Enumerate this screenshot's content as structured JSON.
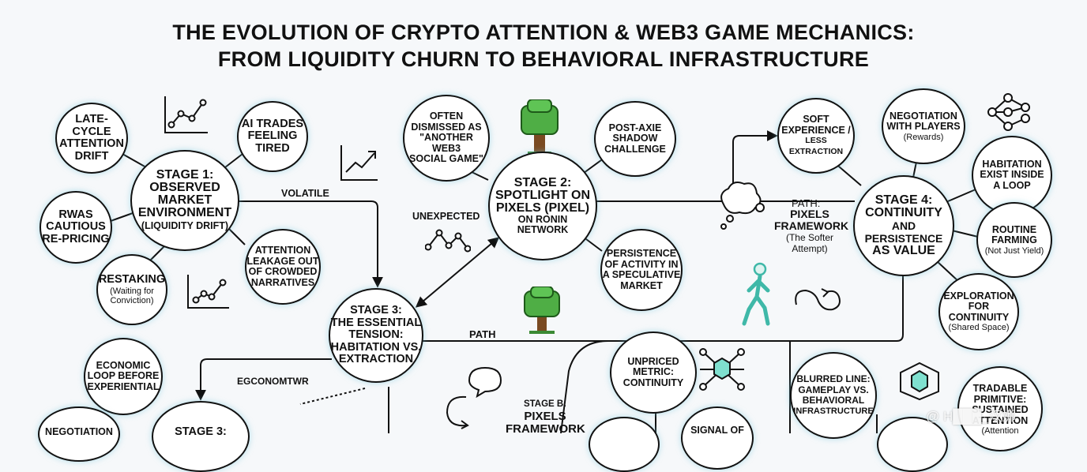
{
  "title_line1": "THE EVOLUTION OF CRYPTO ATTENTION & WEB3 GAME MECHANICS:",
  "title_line2": "FROM LIQUIDITY CHURN TO BEHAVIORAL INFRASTRUCTURE",
  "stage1": {
    "hub": [
      "STAGE 1:",
      "OBSERVED",
      "MARKET",
      "ENVIRONMENT",
      "(LIQUIDITY DRIFT)"
    ],
    "late_cycle": [
      "LATE-CYCLE",
      "ATTENTION",
      "DRIFT"
    ],
    "ai_trades": [
      "AI TRADES",
      "FEELING",
      "TIRED"
    ],
    "rwas": [
      "RWAs",
      "CAUTIOUS",
      "RE-PRICING"
    ],
    "restaking": [
      "RESTAKING"
    ],
    "restaking_sub": [
      "(Waiting for",
      "Conviction)"
    ],
    "attention_leak": [
      "ATTENTION",
      "LEAKAGE OUT",
      "OF CROWDED",
      "NARRATIVES"
    ]
  },
  "stage2": {
    "hub": [
      "STAGE 2:",
      "SPOTLIGHT ON",
      "PIXELS (PIXEL)"
    ],
    "hub_sub": [
      "ON RONIN",
      "NETWORK"
    ],
    "often": [
      "OFTEN",
      "DISMISSED AS",
      "\"ANOTHER",
      "WEB3",
      "SOCIAL GAME\""
    ],
    "post_axie": [
      "POST-AXIE",
      "SHADOW",
      "CHALLENGE"
    ],
    "persistence": [
      "PERSISTENCE",
      "OF ACTIVITY IN",
      "A SPECULATIVE",
      "MARKET"
    ]
  },
  "stage3": {
    "hub": [
      "STAGE 3:",
      "THE ESSENTIAL",
      "TENSION:",
      "HABITATION VS.",
      "EXTRACTION"
    ],
    "economic_loop": [
      "ECONOMIC",
      "LOOP BEFORE",
      "EXPERIENTIAL"
    ],
    "negotiation_bottom": [
      "NEGOTIATION"
    ],
    "stage3b": [
      "STAGE 3:"
    ]
  },
  "stage4": {
    "hub": [
      "STAGE 4:",
      "CONTINUITY",
      "AND PERSISTENCE",
      "AS VALUE"
    ],
    "soft": [
      "SOFT",
      "EXPERIENCE /"
    ],
    "soft_sub": [
      "LESS EXTRACTION"
    ],
    "negotiation": [
      "NEGOTIATION",
      "WITH PLAYERS"
    ],
    "negotiation_sub": [
      "(Rewards)"
    ],
    "habitation": [
      "HABITATION",
      "EXIST INSIDE",
      "A LOOP"
    ],
    "routine": [
      "ROUTINE",
      "FARMING"
    ],
    "routine_sub": [
      "(Not Just Yield)"
    ],
    "exploration": [
      "EXPLORATION",
      "FOR CONTINUITY"
    ],
    "exploration_sub": [
      "(Shared Space)"
    ]
  },
  "bottom": {
    "unpriced": [
      "UNPRICED",
      "METRIC:",
      "CONTINUITY"
    ],
    "blurred": [
      "BLURRED LINE:",
      "GAMEPLAY VS.",
      "BEHAVIORAL",
      "INFRASTRUCTURE"
    ],
    "tradable": [
      "TRADABLE",
      "PRIMITIVE:",
      "SUSTAINED",
      "ATTENTION",
      "(Attention"
    ],
    "signal": [
      "SIGNAL OF"
    ],
    "stage_b": [
      "STAGE B:"
    ],
    "pixels_fw": [
      "PIXELS",
      "FRAMEWORK"
    ]
  },
  "labels": {
    "volatile": "VOLATILE",
    "unexpected": "UNEXPECTED",
    "path_mid": "PATH",
    "path_right": "PATH:",
    "pixels_framework": [
      "PIXELS",
      "FRAMEWORK"
    ],
    "pixels_framework_sub": [
      "(The Softer",
      "Attempt)"
    ],
    "economtwr": "EGCONOMTWR"
  },
  "watermark": "@ H███_汉娜",
  "colors": {
    "accent_green": "#4fae45",
    "trunk_brown": "#7a4a22",
    "teal_figure": "#3fb8a8"
  }
}
